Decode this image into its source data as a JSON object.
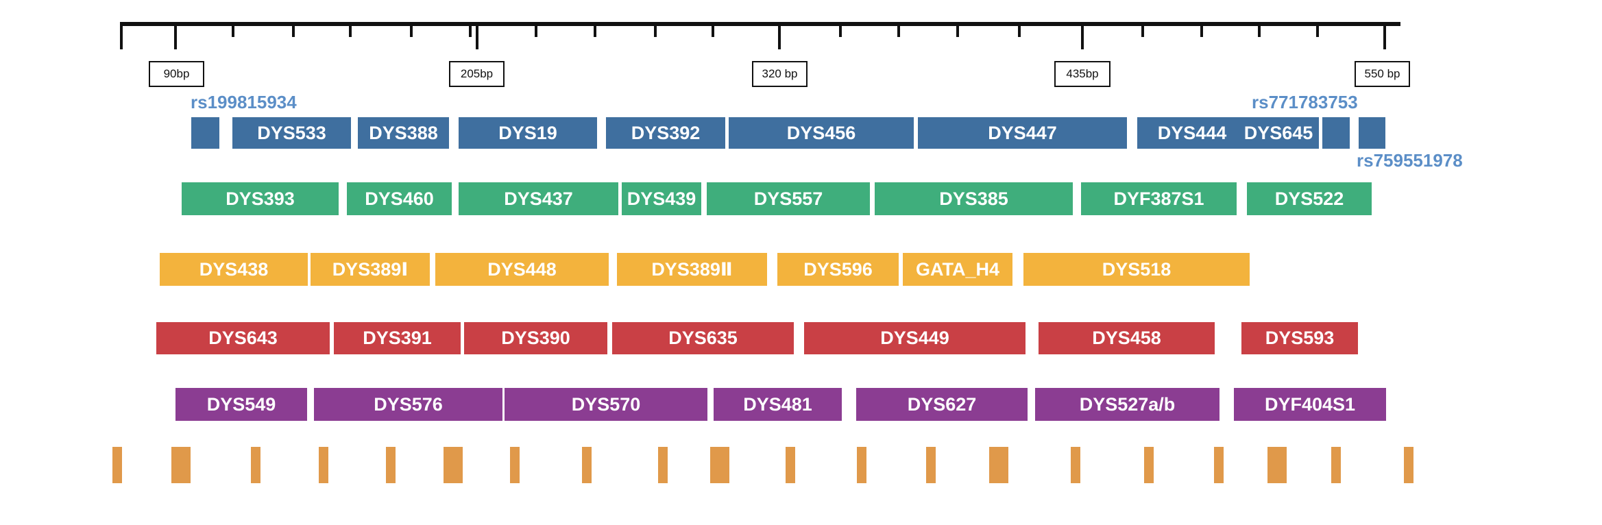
{
  "colors": {
    "row_blue": "#3f6f9f",
    "row_green": "#3fae7c",
    "row_yellow": "#f3b33d",
    "row_red": "#c94045",
    "row_purple": "#8b3d92",
    "rs_text": "#5b8ec7",
    "marks": "#e0994a"
  },
  "ruler": {
    "labels": [
      "90bp",
      "205bp",
      "320 bp",
      "435bp",
      "550 bp"
    ]
  },
  "rs_markers": [
    "rs199815934",
    "rs771783753",
    "rs759551978"
  ],
  "rows": [
    {
      "color_key": "row_blue",
      "markers": [
        "",
        "DYS533",
        "DYS388",
        "DYS19",
        "DYS392",
        "DYS456",
        "DYS447",
        "DYS444",
        "DYS645",
        "",
        ""
      ]
    },
    {
      "color_key": "row_green",
      "markers": [
        "DYS393",
        "DYS460",
        "DYS437",
        "DYS439",
        "DYS557",
        "DYS385",
        "DYF387S1",
        "DYS522"
      ]
    },
    {
      "color_key": "row_yellow",
      "markers": [
        "DYS438",
        "DYS389Ⅰ",
        "DYS448",
        "DYS389Ⅱ",
        "DYS596",
        "GATA_H4",
        "DYS518"
      ]
    },
    {
      "color_key": "row_red",
      "markers": [
        "DYS643",
        "DYS391",
        "DYS390",
        "DYS635",
        "DYS449",
        "DYS458",
        "DYS593"
      ]
    },
    {
      "color_key": "row_purple",
      "markers": [
        "DYS549",
        "DYS576",
        "DYS570",
        "DYS481",
        "DYS627",
        "DYS527a/b",
        "DYF404S1"
      ]
    }
  ]
}
